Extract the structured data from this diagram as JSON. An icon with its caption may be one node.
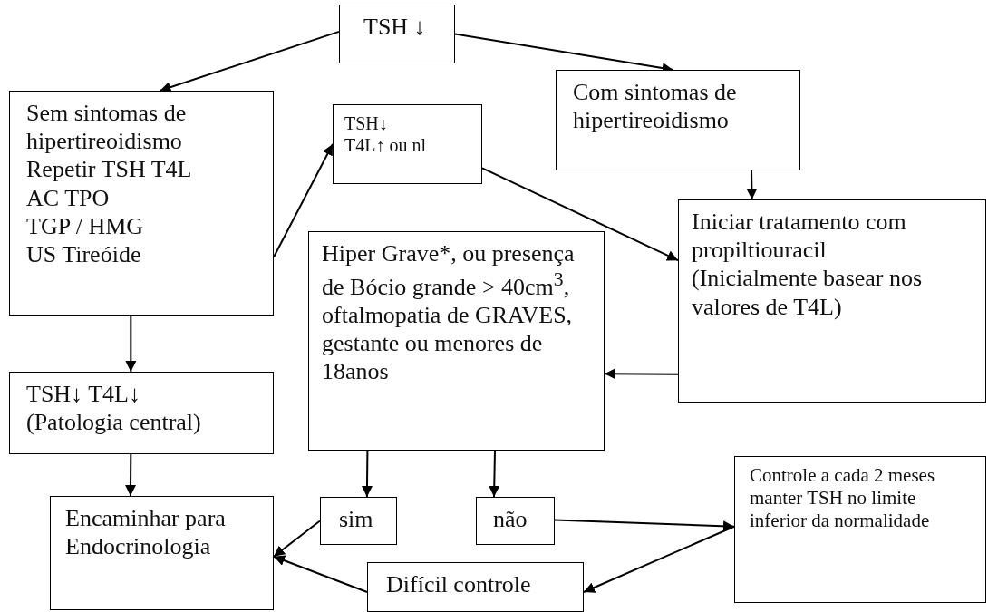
{
  "diagram": {
    "nodes": [
      {
        "text": [
          "TSH ↓"
        ]
      },
      {
        "text": [
          "Sem sintomas de hipertireoidismo",
          "Repetir TSH T4L",
          "AC TPO",
          "TGP / HMG",
          "US Tireóide"
        ]
      },
      {
        "text": [
          "TSH↓",
          "T4L↑ ou nl"
        ]
      },
      {
        "text": [
          "Com sintomas de hipertireoidismo"
        ]
      },
      {
        "text": [
          "Iniciar tratamento com propiltiouracil",
          "(Inicialmente basear nos valores de T4L)"
        ]
      },
      {
        "text": [
          "Hiper Grave*, ou presença de Bócio grande > 40cm$^{3}$, oftalmopatia de GRAVES, gestante ou menores de 18anos"
        ]
      },
      {
        "text": [
          "TSH↓ T4L↓",
          "(Patologia central)"
        ]
      },
      {
        "text": [
          "Encaminhar para Endocrinologia"
        ]
      },
      {
        "text": [
          "sim"
        ]
      },
      {
        "text": [
          "não"
        ]
      },
      {
        "text": [
          "Controle a cada 2 meses manter TSH no limite inferior da normalidade"
        ]
      },
      {
        "text": [
          "Difícil controle"
        ]
      }
    ],
    "edges": [
      {
        "from": 0,
        "to": 1,
        "arrow": "to"
      },
      {
        "from": 0,
        "to": 3,
        "arrow": "to"
      },
      {
        "from": 1,
        "to": 2,
        "arrow": "to"
      },
      {
        "from": 2,
        "to": 4,
        "arrow": "to"
      },
      {
        "from": 3,
        "to": 4,
        "arrow": "to"
      },
      {
        "from": 4,
        "to": 5,
        "arrow": "to"
      },
      {
        "from": 1,
        "to": 6,
        "arrow": "to"
      },
      {
        "from": 6,
        "to": 7,
        "arrow": "to"
      },
      {
        "from": 5,
        "to": 8,
        "arrow": "to"
      },
      {
        "from": 5,
        "to": 9,
        "arrow": "to"
      },
      {
        "from": 8,
        "to": 7,
        "arrow": "to"
      },
      {
        "from": 9,
        "to": 10,
        "arrow": "to"
      },
      {
        "from": 10,
        "to": 11,
        "arrow": "to"
      },
      {
        "from": 11,
        "to": 7,
        "arrow": "to"
      }
    ]
  }
}
